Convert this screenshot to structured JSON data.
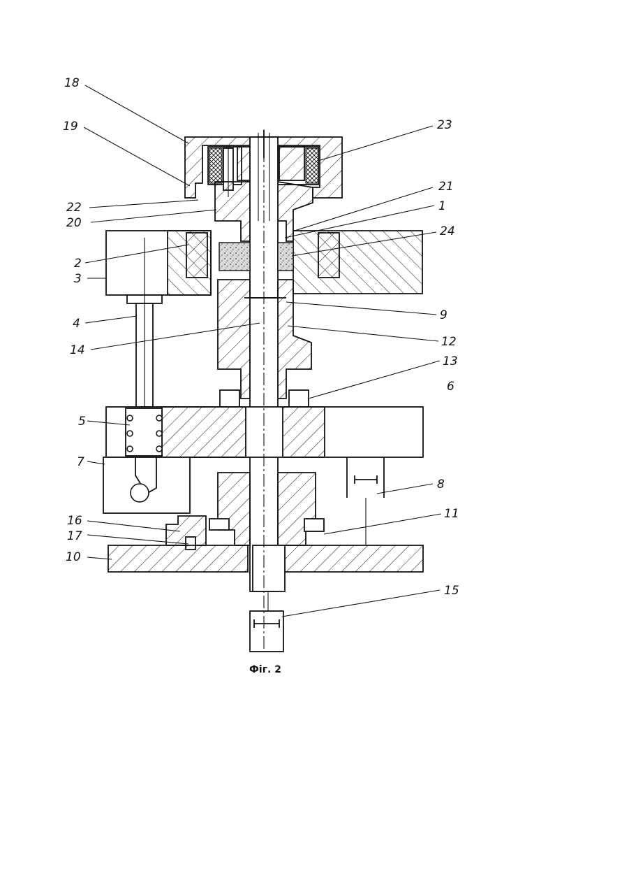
{
  "figure": {
    "caption": "Фіг. 2",
    "callouts": [
      "18",
      "19",
      "23",
      "22",
      "20",
      "21",
      "1",
      "24",
      "2",
      "3",
      "9",
      "4",
      "14",
      "12",
      "13",
      "6",
      "5",
      "7",
      "8",
      "16",
      "11",
      "17",
      "10",
      "15"
    ]
  }
}
